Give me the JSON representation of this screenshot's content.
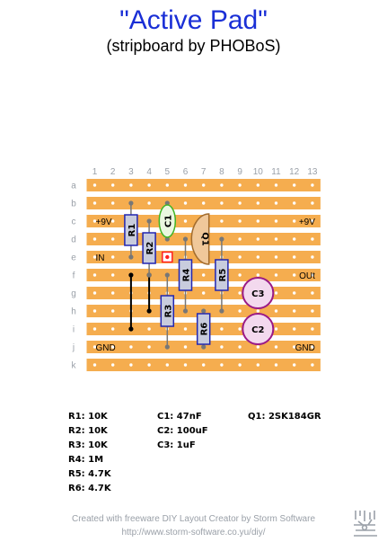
{
  "title": "\"Active Pad\"",
  "subtitle": "(stripboard by PHOBoS)",
  "board": {
    "columns": [
      "1",
      "2",
      "3",
      "4",
      "5",
      "6",
      "7",
      "8",
      "9",
      "10",
      "11",
      "12",
      "13"
    ],
    "rows": [
      "a",
      "b",
      "c",
      "d",
      "e",
      "f",
      "g",
      "h",
      "i",
      "j",
      "k"
    ],
    "strip_color": "#f5ad4f",
    "hole_color": "#ffffff",
    "labels": [
      {
        "text": "+9V",
        "row": "c",
        "side": "left"
      },
      {
        "text": "IN",
        "row": "e",
        "side": "left"
      },
      {
        "text": "GND",
        "row": "j",
        "side": "left"
      },
      {
        "text": "+9V",
        "row": "c",
        "side": "right"
      },
      {
        "text": "OUt",
        "row": "f",
        "side": "right"
      },
      {
        "text": "GND",
        "row": "j",
        "side": "right"
      }
    ],
    "resistors": [
      {
        "name": "R1",
        "col": 3,
        "from": "b",
        "to": "e"
      },
      {
        "name": "R2",
        "col": 4,
        "from": "c",
        "to": "f"
      },
      {
        "name": "R3",
        "col": 5,
        "from": "f",
        "to": "j"
      },
      {
        "name": "R4",
        "col": 6,
        "from": "d",
        "to": "h"
      },
      {
        "name": "R5",
        "col": 8,
        "from": "d",
        "to": "h"
      },
      {
        "name": "R6",
        "col": 7,
        "from": "h",
        "to": "j"
      }
    ],
    "capacitors": [
      {
        "name": "C1",
        "type": "film",
        "col": 5,
        "from": "b",
        "to": "d"
      },
      {
        "name": "C2",
        "type": "electrolytic",
        "col": 10,
        "row": "i"
      },
      {
        "name": "C3",
        "type": "electrolytic",
        "col": 10,
        "row": "g"
      }
    ],
    "transistors": [
      {
        "name": "Q1",
        "col": 7,
        "rows": [
          "c",
          "d",
          "e"
        ]
      }
    ],
    "cuts": [
      {
        "col": 5,
        "row": "e"
      },
      {
        "col": 8,
        "row": "f"
      }
    ],
    "wires": [
      {
        "col": 3,
        "from": "f",
        "to": "i"
      },
      {
        "col": 4,
        "from": "f",
        "to": "h"
      }
    ]
  },
  "bom": {
    "col1": [
      "R1: 10K",
      "R2: 10K",
      "R3: 10K",
      "R4: 1M",
      "R5: 4.7K",
      "R6: 4.7K"
    ],
    "col2": [
      "C1: 47nF",
      "C2: 100uF",
      "C3: 1uF"
    ],
    "col3": [
      "Q1: 2SK184GR"
    ]
  },
  "footer": {
    "line1": "Created with freeware DIY Layout Creator by Storm Software",
    "line2": "http://www.storm-software.co.yu/diy/"
  }
}
